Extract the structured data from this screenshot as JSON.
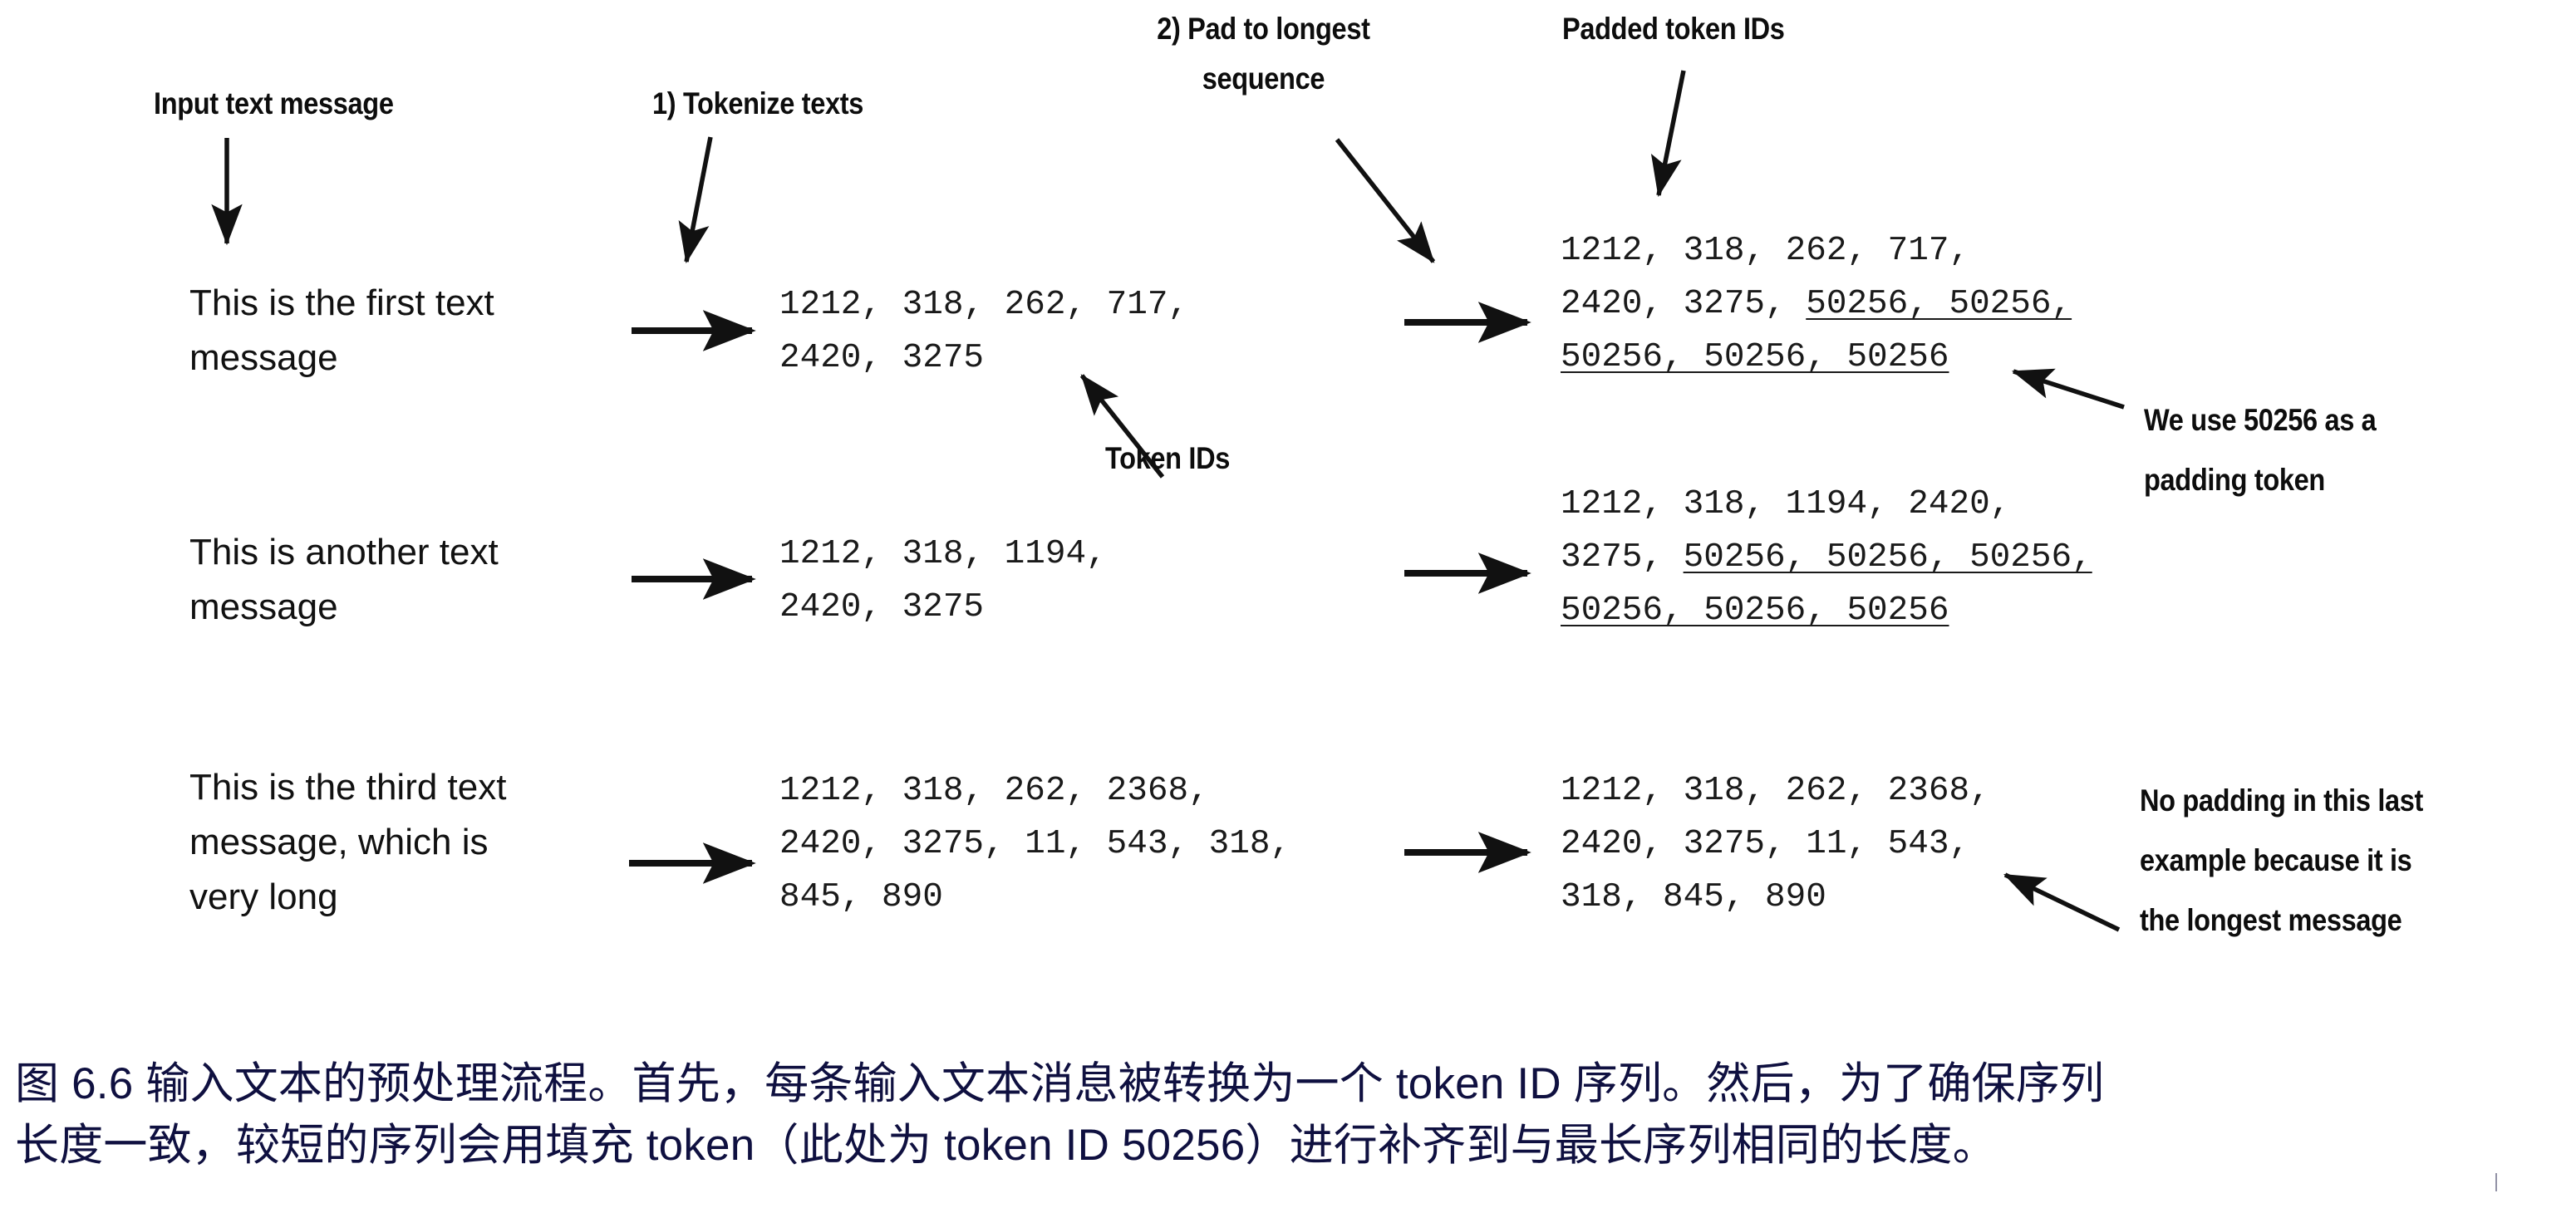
{
  "figure": {
    "title_id": "figure-6-6",
    "headers": {
      "input_text_message": "Input text message",
      "tokenize_texts": "1) Tokenize texts",
      "pad_to_longest_sequence": "2) Pad to longest\nsequence",
      "padded_token_ids": "Padded token IDs"
    },
    "inline_labels": {
      "token_ids": "Token IDs",
      "padding_note": "We use 50256 as a\npadding token",
      "no_padding_note": "No padding in this last\nexample because it is\nthe longest message"
    },
    "rows": [
      {
        "id": "row-1",
        "message": "This is the first text\nmessage",
        "token_ids": "1212, 318, 262, 717,\n2420, 3275",
        "padded_prefix": "1212, 318, 262, 717,\n2420, 3275, ",
        "padded_pad_1": "50256, 50256,",
        "padded_pad_2": "50256, 50256, 50256"
      },
      {
        "id": "row-2",
        "message": "This is another text\nmessage",
        "token_ids": "1212, 318, 1194,\n2420, 3275",
        "padded_prefix": "1212, 318, 1194, 2420,\n3275, ",
        "padded_pad_1": "50256, 50256, 50256,",
        "padded_pad_2": "50256, 50256, 50256"
      },
      {
        "id": "row-3",
        "message": "This is the third text\nmessage, which is\nvery long",
        "token_ids": "1212, 318, 262, 2368,\n2420, 3275, 11, 543, 318,\n845, 890",
        "padded_prefix": "1212, 318, 262, 2368,\n2420, 3275, 11, 543,\n318, 845, 890",
        "padded_pad_1": "",
        "padded_pad_2": ""
      }
    ],
    "padding_token_id": "50256",
    "colors": {
      "ink": "#0d0d0d",
      "caption": "#0f1040",
      "background": "#ffffff"
    }
  },
  "caption": {
    "line_1": "图 6.6 输入文本的预处理流程。首先，每条输入文本消息被转换为一个 token ID 序列。然后，为了确保序列",
    "line_2": "长度一致，较短的序列会用填充 token（此处为 token ID 50256）进行补齐到与最长序列相同的长度。"
  }
}
